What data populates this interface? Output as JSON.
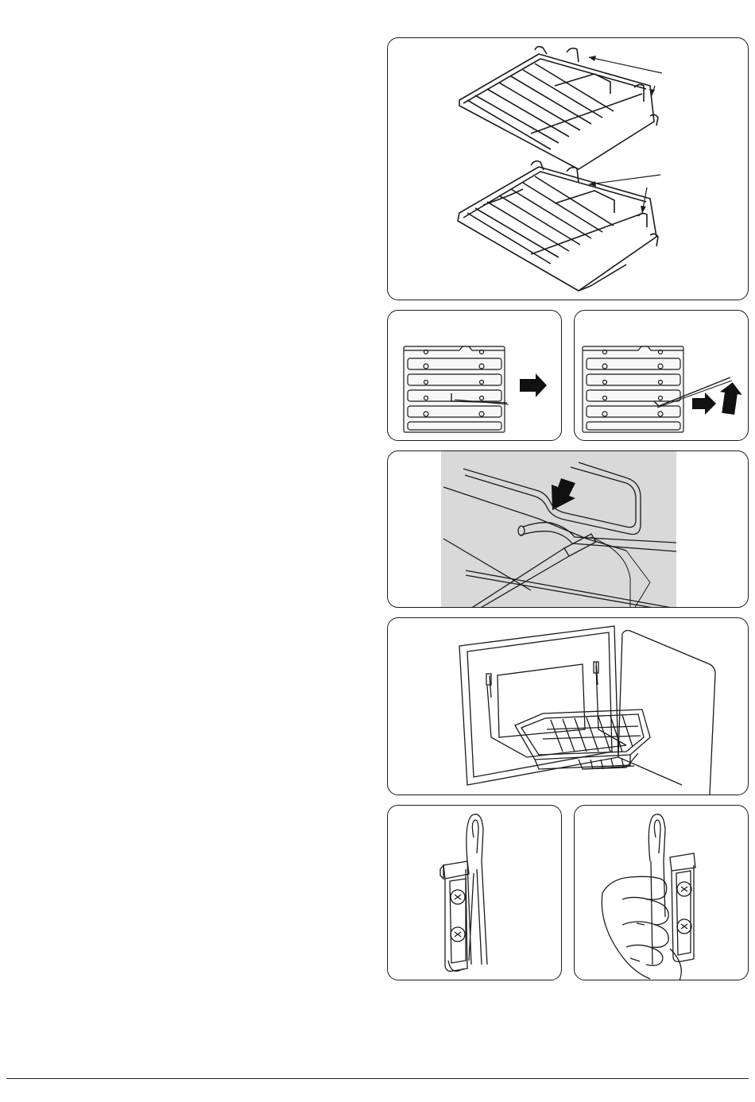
{
  "page": {
    "figures": [
      {
        "id": "fig1",
        "name": "oven-shelves-illustration"
      },
      {
        "id": "fig2a",
        "name": "side-rack-removal-step-1"
      },
      {
        "id": "fig2b",
        "name": "side-rack-removal-step-2"
      },
      {
        "id": "fig3",
        "name": "shelf-notch-detail"
      },
      {
        "id": "fig4",
        "name": "grill-pan-in-oven"
      },
      {
        "id": "fig5a",
        "name": "hanger-bracket-detail"
      },
      {
        "id": "fig5b",
        "name": "hanger-bracket-hand-detail"
      }
    ]
  },
  "colors": {
    "line": "#1a1a1a",
    "photo_bg": "#d9d9d9",
    "arrow_fill": "#111111"
  }
}
